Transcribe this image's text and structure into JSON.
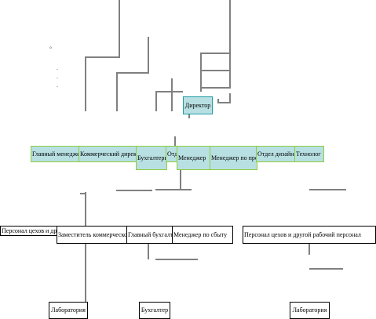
{
  "colors": {
    "connector": "#808080",
    "box_fill": "#b8e0e3",
    "director_border": "#1e9aa4",
    "dept_border": "#8ccd3c",
    "plain_fill": "#ffffff",
    "plain_border": "#000000"
  },
  "director": {
    "label": "Директор"
  },
  "departments": [
    {
      "label": "Главный менеджер"
    },
    {
      "label": "Коммерческий директор"
    },
    {
      "label": "Бухгалтерия"
    },
    {
      "label": "Отдел"
    },
    {
      "label": "Менеджер"
    },
    {
      "label": "Менеджер по продажам"
    },
    {
      "label": "Отдел дизайна"
    },
    {
      "label": "Технолог"
    }
  ],
  "staff": [
    {
      "label": "Персонал цехов и другой рабочий персонал"
    },
    {
      "label": "Заместитель коммерческого директора"
    },
    {
      "label": "Главный бухгалтер"
    },
    {
      "label": "Менеджер по сбыту"
    },
    {
      "label": "Персонал цехов и другой рабочий персонал"
    }
  ],
  "bottom": [
    {
      "label": "Лаборатория"
    },
    {
      "label": "Бухгалтер"
    },
    {
      "label": "Лаборатория"
    }
  ],
  "marks": {
    "dot_small": "°",
    "dot_mark": "."
  }
}
